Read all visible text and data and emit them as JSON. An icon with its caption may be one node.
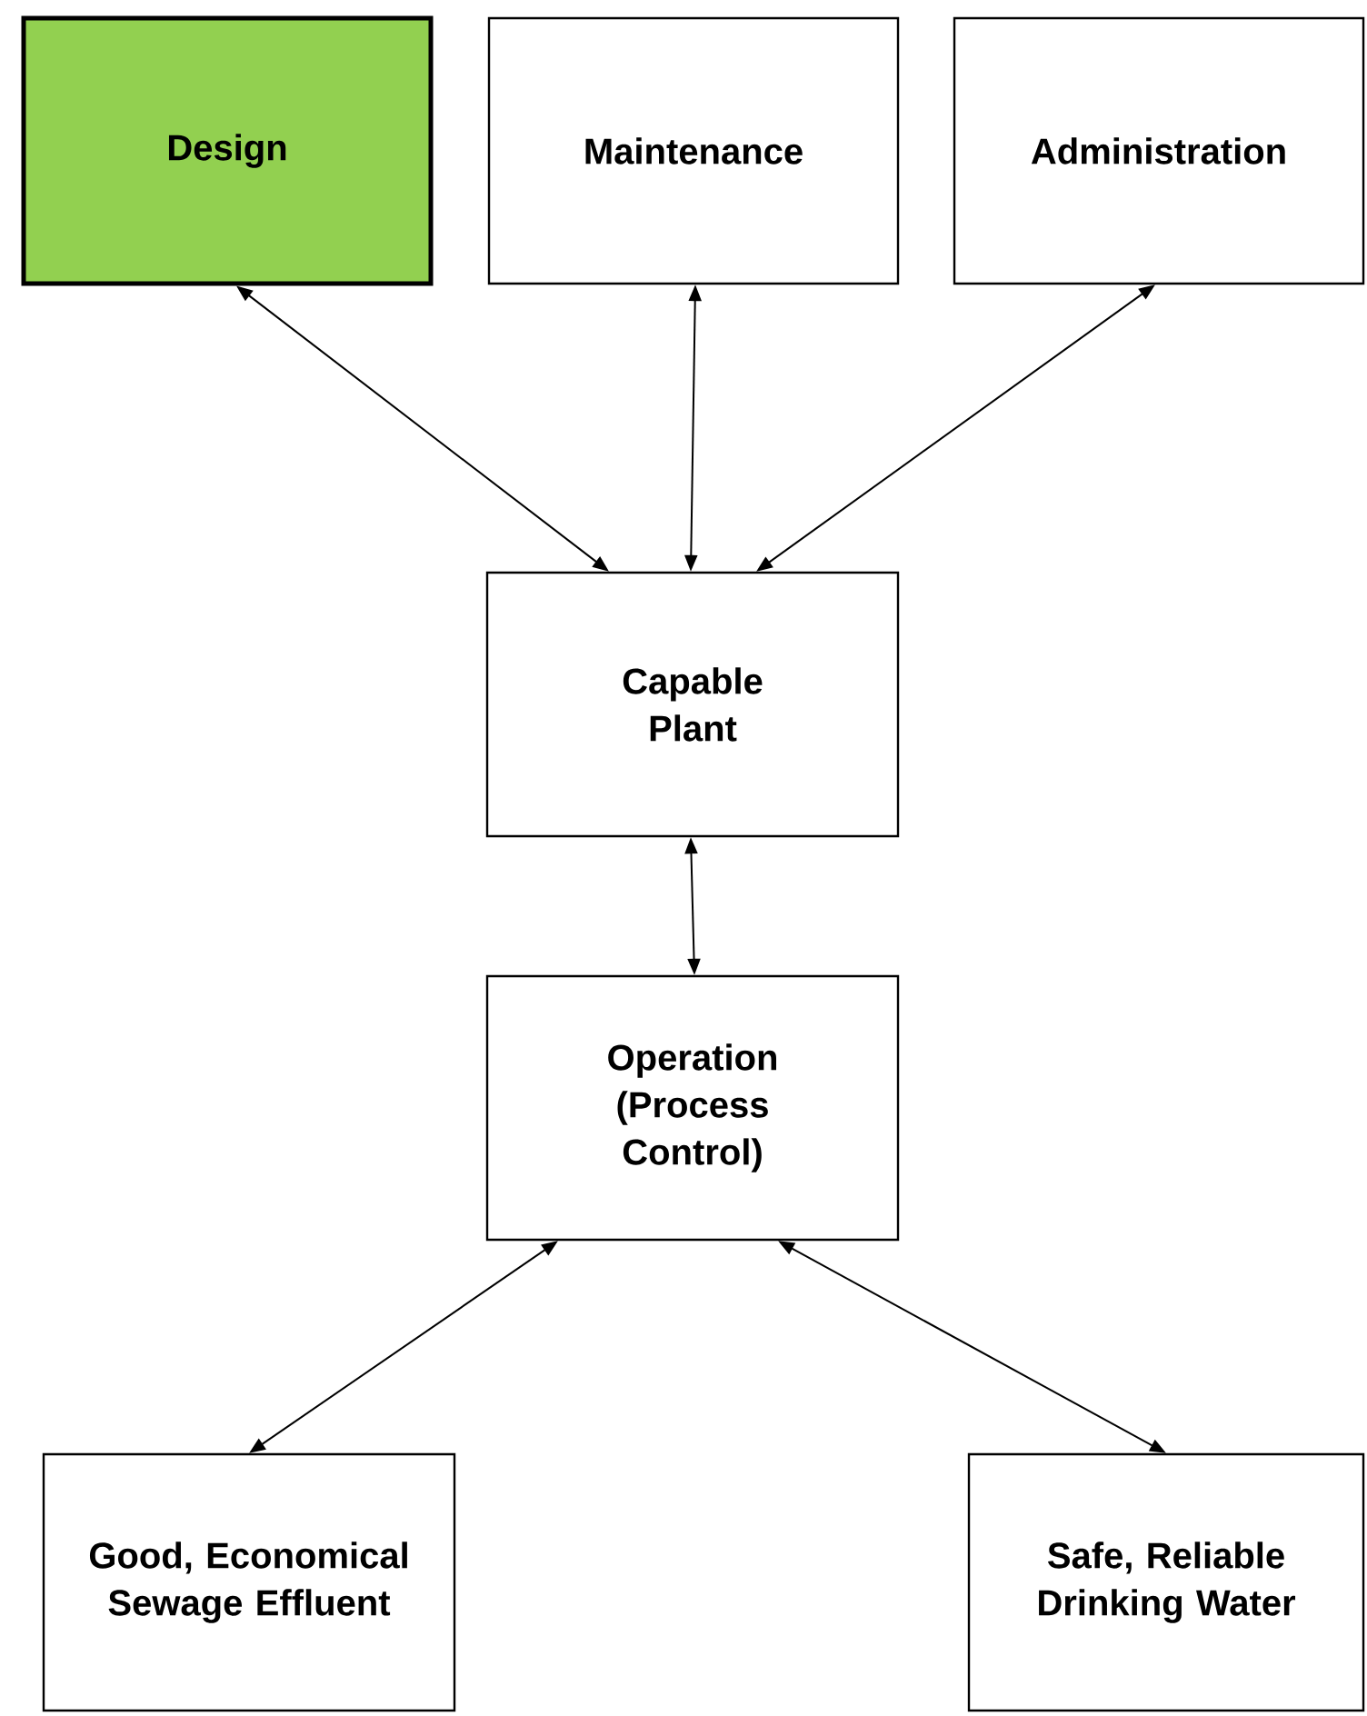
{
  "diagram": {
    "nodes": [
      {
        "text": [
          "Design"
        ]
      },
      {
        "text": [
          "Maintenance"
        ]
      },
      {
        "text": [
          "Administration"
        ]
      },
      {
        "text": [
          "Capable Plant"
        ]
      },
      {
        "text": [
          "Operation (Process Control)"
        ]
      },
      {
        "text": [
          "Good, Economical Sewage Effluent"
        ]
      },
      {
        "text": [
          "Safe, Reliable Drinking Water"
        ]
      }
    ],
    "edges": [
      {
        "from": 0,
        "to": 3,
        "arrow": "both"
      },
      {
        "from": 1,
        "to": 3,
        "arrow": "both"
      },
      {
        "from": 2,
        "to": 3,
        "arrow": "both"
      },
      {
        "from": 3,
        "to": 4,
        "arrow": "both"
      },
      {
        "from": 4,
        "to": 5,
        "arrow": "both"
      },
      {
        "from": 4,
        "to": 6,
        "arrow": "both"
      }
    ]
  }
}
